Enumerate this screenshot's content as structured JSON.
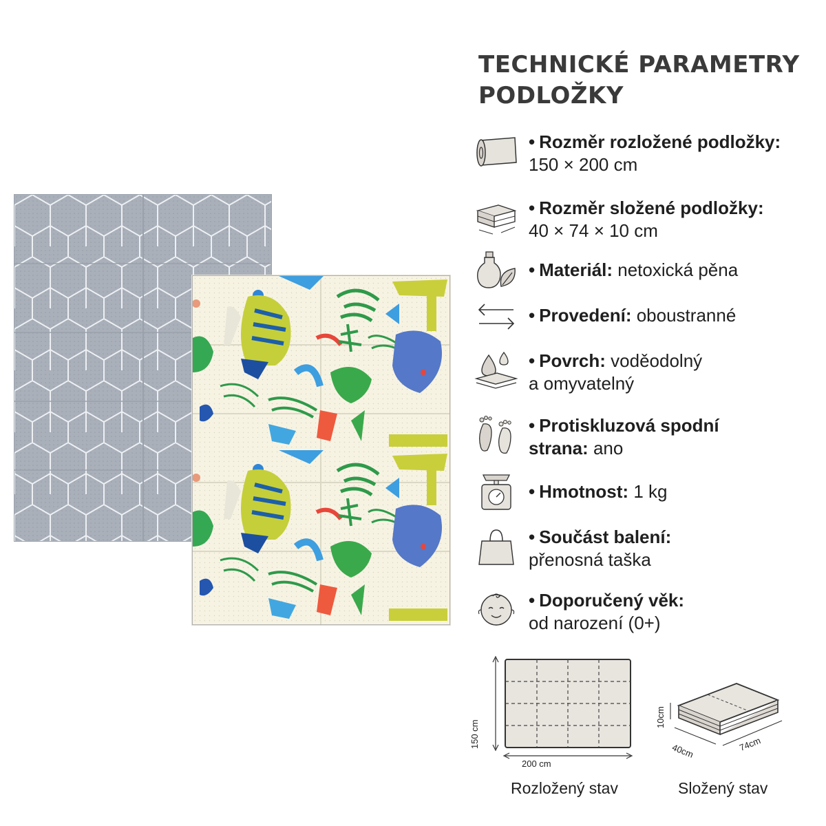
{
  "title": "TECHNICKÉ PARAMETRY PODLOŽKY",
  "specs": [
    {
      "icon": "rolled-mat-icon",
      "label": "Rozměr rozložené podložky:",
      "value": "150 × 200 cm"
    },
    {
      "icon": "folded-mat-icon",
      "label": "Rozměr složené podložky:",
      "value": "40 × 74 × 10 cm"
    },
    {
      "icon": "material-bottle-leaf-icon",
      "label": "Materiál:",
      "value": "netoxická pěna"
    },
    {
      "icon": "double-arrow-icon",
      "label": "Provedení:",
      "value": "oboustranné"
    },
    {
      "icon": "water-drops-icon",
      "label": "Povrch:",
      "value": "voděodolný",
      "value2": "a omyvatelný"
    },
    {
      "icon": "footprints-icon",
      "label": "Protiskluzová spodní",
      "label2": "strana:",
      "value": "ano"
    },
    {
      "icon": "scale-icon",
      "label": "Hmotnost:",
      "value": "1 kg"
    },
    {
      "icon": "bag-icon",
      "label": "Součást balení:",
      "value": "přenosná taška"
    },
    {
      "icon": "baby-face-icon",
      "label": "Doporučený věk:",
      "value": "od narození (0+)"
    }
  ],
  "diagrams": {
    "unfolded": {
      "caption": "Rozložený stav",
      "height_label": "150 cm",
      "width_label": "200 cm"
    },
    "folded": {
      "caption": "Složený stav",
      "height_label": "10cm",
      "depth_label": "40cm",
      "length_label": "74cm"
    }
  },
  "colors": {
    "title": "#3a3a3a",
    "text": "#1f1f1f",
    "grey_mat": "#a9b0ba",
    "kids_mat": "#f7f3e3",
    "diagram_fill": "#e8e5df"
  }
}
